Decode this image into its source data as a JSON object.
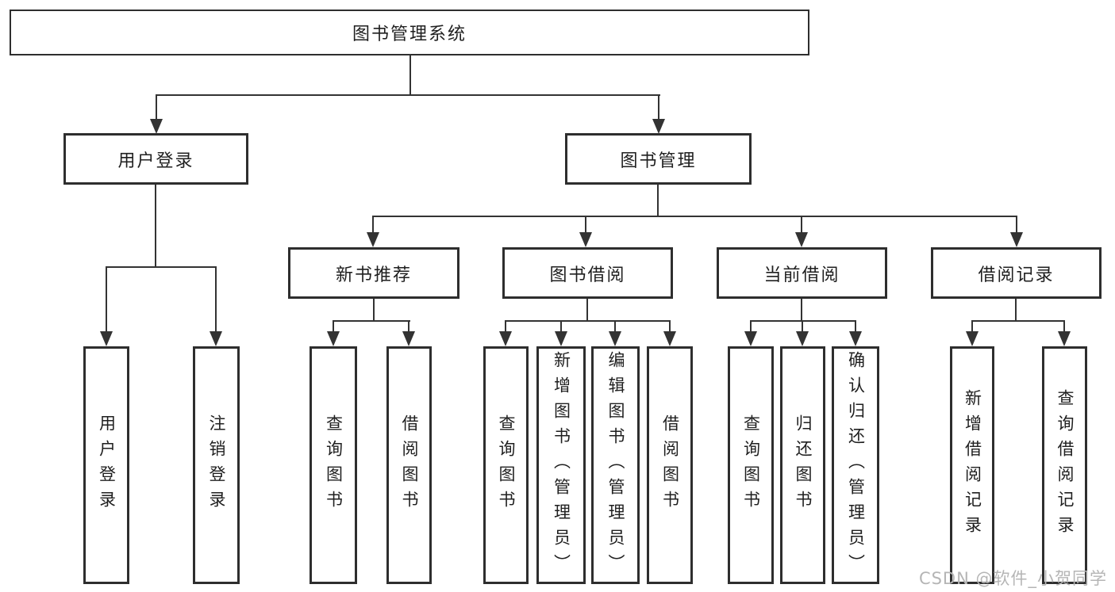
{
  "diagram": {
    "root": "图书管理系统",
    "children": [
      {
        "label": "用户登录",
        "children": [
          "用户登录",
          "注销登录"
        ]
      },
      {
        "label": "图书管理",
        "children": [
          {
            "label": "新书推荐",
            "children": [
              "查询图书",
              "借阅图书"
            ]
          },
          {
            "label": "图书借阅",
            "children": [
              "查询图书",
              "新增图书（管理员）",
              "编辑图书（管理员）",
              "借阅图书"
            ]
          },
          {
            "label": "当前借阅",
            "children": [
              "查询图书",
              "归还图书",
              "确认归还（管理员）"
            ]
          },
          {
            "label": "借阅记录",
            "children": [
              "新增借阅记录",
              "查询借阅记录"
            ]
          }
        ]
      }
    ]
  },
  "watermark": {
    "text": "CSDN @软件_小贺同学"
  },
  "colors": {
    "line": "#333333",
    "border": "#2e2e2e",
    "text": "#1f1f1f",
    "background": "#ffffff",
    "watermark": "#b5b5b5"
  }
}
